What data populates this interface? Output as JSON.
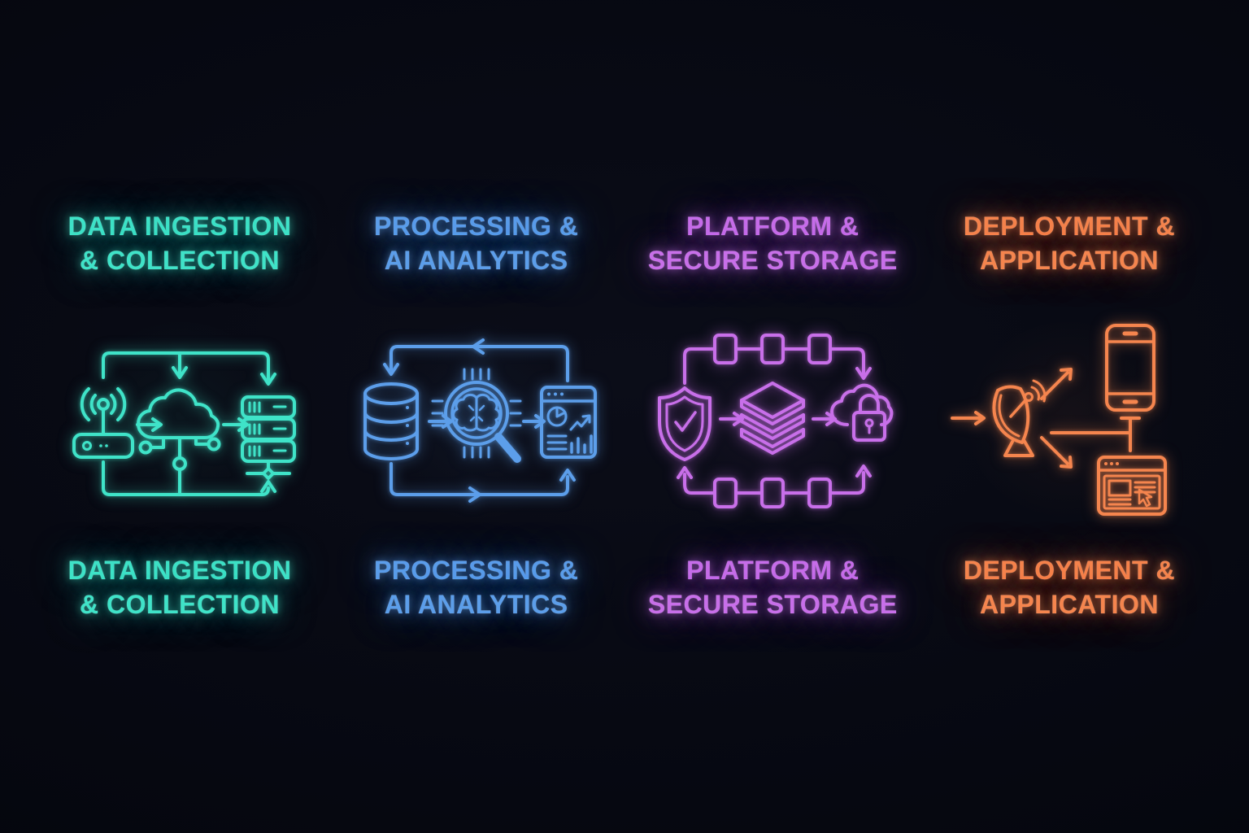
{
  "page": {
    "background": "#05060d",
    "style": "neon outline infographic on dark background"
  },
  "panels": [
    {
      "id": "data-ingestion-collection",
      "title_line1": "DATA INGESTION",
      "title_line2": "& COLLECTION",
      "color": "#3fe3c8",
      "glow_color": "rgba(63,227,200,0.55)",
      "icons": [
        "wifi-router-icon",
        "arrow-right-icon",
        "iot-cloud-icon",
        "arrow-right-icon",
        "server-stack-icon",
        "flow-loop-arrows"
      ]
    },
    {
      "id": "processing-ai-analytics",
      "title_line1": "PROCESSING &",
      "title_line2": "AI ANALYTICS",
      "color": "#5c9eea",
      "glow_color": "rgba(92,158,234,0.55)",
      "icons": [
        "database-icon",
        "arrow-right-icon",
        "ai-chip-magnifier-icon",
        "arrow-right-icon",
        "analytics-dashboard-icon",
        "flow-loop-arrows"
      ]
    },
    {
      "id": "platform-secure-storage",
      "title_line1": "PLATFORM &",
      "title_line2": "SECURE STORAGE",
      "color": "#c86fe9",
      "glow_color": "rgba(200,111,233,0.55)",
      "icons": [
        "shield-check-icon",
        "arrow-right-icon",
        "layer-stack-icon",
        "arrow-right-icon",
        "secure-cloud-lock-icon",
        "blockchain-chain-arrows"
      ]
    },
    {
      "id": "deployment-application",
      "title_line1": "DEPLOYMENT &",
      "title_line2": "APPLICATION",
      "color": "#f5854e",
      "glow_color": "rgba(245,133,78,0.55)",
      "icons": [
        "satellite-dish-icon",
        "arrow-right-icon",
        "smartphone-icon",
        "web-browser-icon",
        "fan-out-arrows"
      ]
    }
  ]
}
